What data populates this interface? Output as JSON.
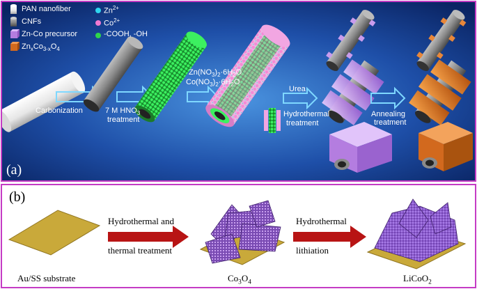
{
  "panel_a": {
    "letter": "(a)",
    "legend": [
      {
        "label": "PAN nanofiber",
        "icon": "white-cylinder-icon",
        "color": "#f2f2f2"
      },
      {
        "label": "CNFs",
        "icon": "gray-cylinder-icon",
        "color": "#6b6b6b"
      },
      {
        "label": "Zn-Co precursor",
        "icon": "purple-cube-icon",
        "color": "#b47de0"
      },
      {
        "label_main": "Zn",
        "label_sub1": "x",
        "label_mid": "Co",
        "label_sub2": "3-x",
        "label_mid2": "O",
        "label_sub3": "4",
        "icon": "orange-cube-icon",
        "color": "#d2691e"
      }
    ],
    "ions": [
      {
        "label_main": "Zn",
        "label_sup": "2+",
        "icon": "cyan-sphere-icon",
        "color": "#2fd6ee"
      },
      {
        "label_main": "Co",
        "label_sup": "2+",
        "icon": "pink-sphere-icon",
        "color": "#f07ad2"
      },
      {
        "label": "-COOH, -OH",
        "icon": "green-sphere-icon",
        "color": "#2fd64a"
      }
    ],
    "step1": "Carbonization",
    "step2_line1": "7 M HNO",
    "step2_sub": "3",
    "step2_line2": "treatment",
    "step3_line1": "Zn(NO",
    "step3_line1b": ")",
    "step3_line1c": "·6H",
    "step3_line1d": "O",
    "step3_line2": "Co(NO",
    "step3_line2d": "O",
    "step4_line1": "Urea",
    "step4_line2": "Hydrothermal",
    "step4_line3": "treatment",
    "step5_line1": "Annealing",
    "step5_line2": "treatment"
  },
  "panel_b": {
    "letter": "(b)",
    "substrate_label": "Au/SS substrate",
    "step1_line1": "Hydrothermal and",
    "step1_line2": "thermal treatment",
    "co3o4_main": "Co",
    "co3o4_sub1": "3",
    "co3o4_mid": "O",
    "co3o4_sub2": "4",
    "step2_line1": "Hydrothermal",
    "step2_line2": "lithiation",
    "licoo2_main": "LiCoO",
    "licoo2_sub": "2"
  },
  "colors": {
    "frame": "#c43bc4",
    "bg_dark": "#0b2a6e",
    "bg_light": "#3f86d6",
    "arrow_blue": "#7fd8ff",
    "arrow_red": "#b81414",
    "substrate_gold": "#c9a93a",
    "purple": "#b47de0",
    "orange": "#d2691e"
  }
}
